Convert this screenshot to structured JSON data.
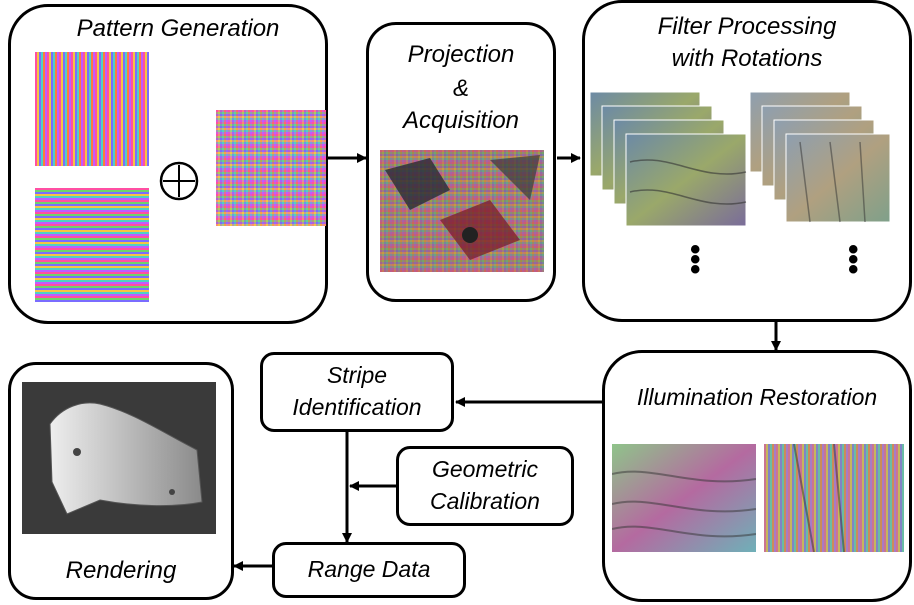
{
  "stages": {
    "pattern_generation": "Pattern Generation",
    "projection": [
      "Projection",
      "&",
      "Acquisition"
    ],
    "filter_processing": [
      "Filter Processing",
      "with Rotations"
    ],
    "illumination_restoration": "Illumination Restoration",
    "stripe_identification": [
      "Stripe",
      "Identification"
    ],
    "geometric_calibration": [
      "Geometric",
      "Calibration"
    ],
    "range_data": "Range Data",
    "rendering": "Rendering"
  }
}
